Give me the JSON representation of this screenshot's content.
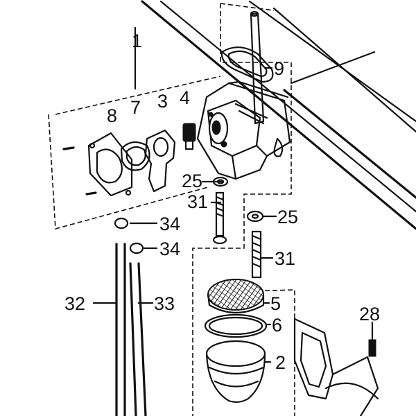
{
  "callouts": [
    {
      "id": "p1",
      "text": "1"
    },
    {
      "id": "p8",
      "text": "8"
    },
    {
      "id": "p7",
      "text": "7"
    },
    {
      "id": "p3",
      "text": "3"
    },
    {
      "id": "p4",
      "text": "4"
    },
    {
      "id": "p9",
      "text": "9"
    },
    {
      "id": "p25a",
      "text": "25"
    },
    {
      "id": "p31a",
      "text": "31"
    },
    {
      "id": "p34a",
      "text": "34"
    },
    {
      "id": "p25b",
      "text": "25"
    },
    {
      "id": "p34b",
      "text": "34"
    },
    {
      "id": "p31b",
      "text": "31"
    },
    {
      "id": "p32",
      "text": "32"
    },
    {
      "id": "p33",
      "text": "33"
    },
    {
      "id": "p5",
      "text": "5"
    },
    {
      "id": "p6",
      "text": "6"
    },
    {
      "id": "p28",
      "text": "28"
    },
    {
      "id": "p2",
      "text": "2"
    }
  ]
}
